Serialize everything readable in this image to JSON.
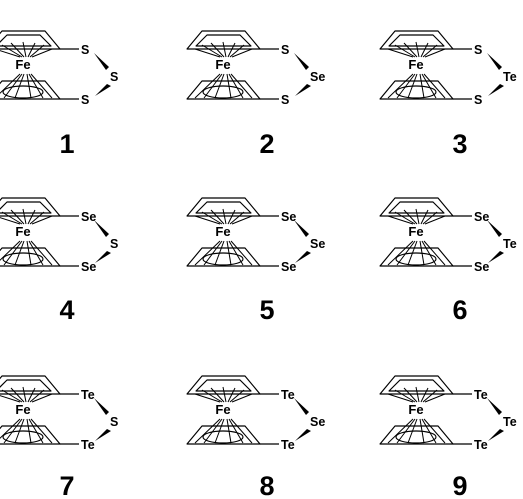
{
  "compounds": [
    {
      "number": "1",
      "top": "S",
      "bridge": "S",
      "bottom": "S"
    },
    {
      "number": "2",
      "top": "S",
      "bridge": "Se",
      "bottom": "S"
    },
    {
      "number": "3",
      "top": "S",
      "bridge": "Te",
      "bottom": "S"
    },
    {
      "number": "4",
      "top": "Se",
      "bridge": "S",
      "bottom": "Se"
    },
    {
      "number": "5",
      "top": "Se",
      "bridge": "Se",
      "bottom": "Se"
    },
    {
      "number": "6",
      "top": "Se",
      "bridge": "Te",
      "bottom": "Se"
    },
    {
      "number": "7",
      "top": "Te",
      "bridge": "S",
      "bottom": "Te"
    },
    {
      "number": "8",
      "top": "Te",
      "bridge": "Se",
      "bottom": "Te"
    },
    {
      "number": "9",
      "top": "Te",
      "bridge": "Te",
      "bottom": "Te"
    }
  ],
  "metal": "Fe"
}
